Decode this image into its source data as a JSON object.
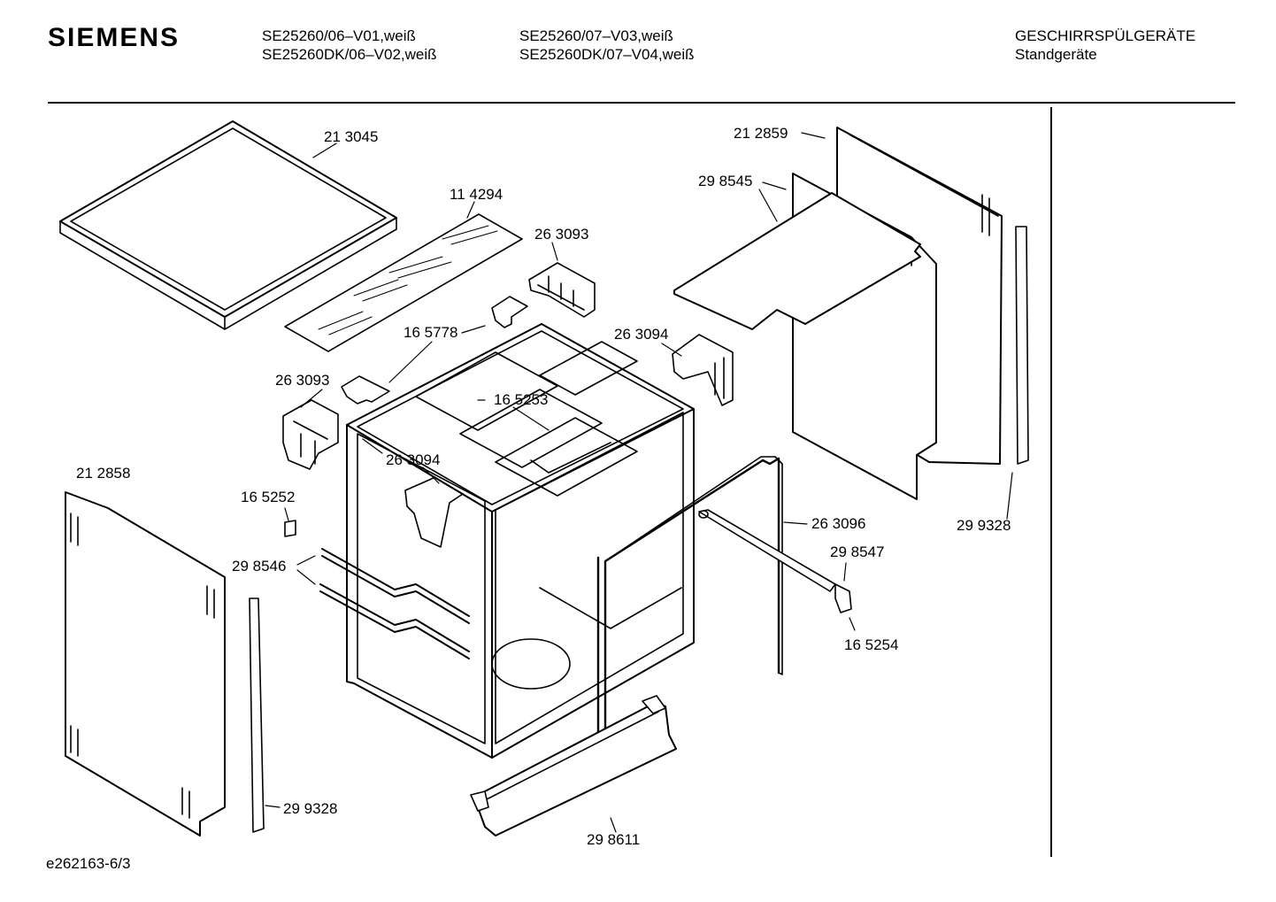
{
  "header": {
    "brand": "SIEMENS",
    "models_col1": [
      "SE25260/06–V01,weiß",
      "SE25260DK/06–V02,weiß"
    ],
    "models_col2": [
      "SE25260/07–V03,weiß",
      "SE25260DK/07–V04,weiß"
    ],
    "category": "GESCHIRRSPÜLGERÄTE",
    "subcategory": "Standgeräte"
  },
  "parts": {
    "p_213045": "21 3045",
    "p_114294": "11 4294",
    "p_263093a": "26 3093",
    "p_165778": "16 5778",
    "p_263093b": "26 3093",
    "p_165253": "16 5253",
    "p_263094a": "26 3094",
    "p_263094b": "26 3094",
    "p_212859": "21 2859",
    "p_298545": "29 8545",
    "p_212858": "21 2858",
    "p_165252": "16 5252",
    "p_298546": "29 8546",
    "p_263096": "26 3096",
    "p_298547": "29 8547",
    "p_165254": "16 5254",
    "p_299328a": "29 9328",
    "p_299328b": "29 9328",
    "p_298611": "29 8611"
  },
  "footer": {
    "doc_id": "e262163-6/3"
  }
}
